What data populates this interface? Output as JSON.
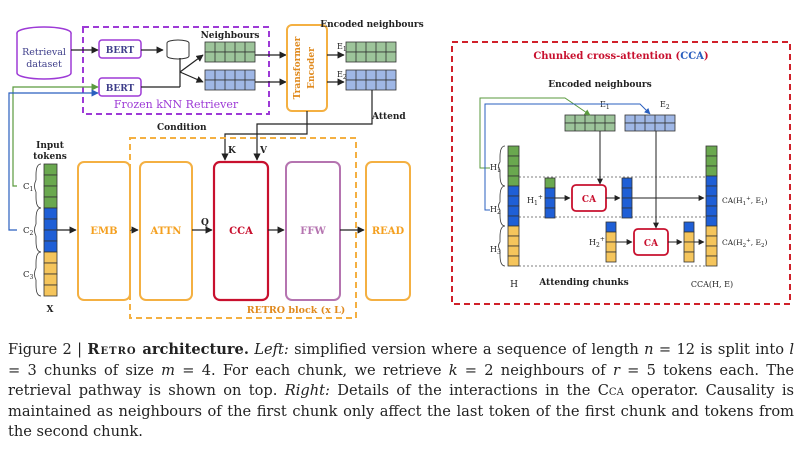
{
  "colors": {
    "purple": "#9d3ad6",
    "orange": "#f4b042",
    "red": "#c8102e",
    "violet": "#b574b0",
    "green_cell": "#6aa84f",
    "green_light": "#9dc49a",
    "blue_cell": "#1f5fd6",
    "blue_light": "#9fb7e6",
    "yellow_cell": "#f5c55c",
    "border_dark": "#333333",
    "dashed_red": "#d0202a"
  },
  "left": {
    "retrieval_dataset": "Retrieval dataset",
    "bert_1": "BERT",
    "bert_2": "BERT",
    "neighbours_label": "Neighbours",
    "retriever_label": "Frozen kNN Retriever",
    "transformer_encoder": "Transformer Encoder",
    "encoded_neighbours_label": "Encoded neighbours",
    "e1": "E1",
    "e2": "E2",
    "attend": "Attend",
    "condition": "Condition",
    "k": "K",
    "v": "V",
    "q": "Q",
    "input_tokens": "Input tokens",
    "c1": "C1",
    "c2": "C2",
    "c3": "C3",
    "x": "X",
    "emb": "EMB",
    "attn": "ATTN",
    "cca": "CCA",
    "ffw": "FFW",
    "read": "READ",
    "retro_block": "RETRO block (x L)"
  },
  "right": {
    "title_prefix": "Chunked cross-attention (",
    "title_cca": "CCA",
    "title_suffix": ")",
    "encoded_neighbours": "Encoded neighbours",
    "e1": "E1",
    "e2": "E2",
    "h1": "H1",
    "h2": "H2",
    "h3": "H3",
    "h1_plus": "H1+",
    "h2_plus": "H2+",
    "ca1": "CA",
    "ca2": "CA",
    "out1": "CA(H1+, E1)",
    "out2": "CA(H2+, E2)",
    "h": "H",
    "attending_chunks": "Attending chunks",
    "out_total": "CCA(H, E)"
  },
  "caption": {
    "prefix": "Figure 2 | ",
    "retro": "Retro",
    "arch": " architecture.",
    "left_word": "Left:",
    "t1": " simplified version where a sequence of length ",
    "n": "n",
    "t2": " = 12 is split into ",
    "l": "l",
    "t3": " = 3 chunks of size ",
    "m": "m",
    "t4": " = 4. For each chunk, we retrieve ",
    "k": "k",
    "t5": " = 2 neighbours of ",
    "r": "r",
    "t6": " = 5 tokens each. The retrieval pathway is shown on top. ",
    "right_word": "Right:",
    "t7": " Details of the interactions in the ",
    "cca": "Cca",
    "t8": " operator. Causality is maintained as neighbours of the first chunk only affect the last token of the first chunk and tokens from the second chunk."
  }
}
